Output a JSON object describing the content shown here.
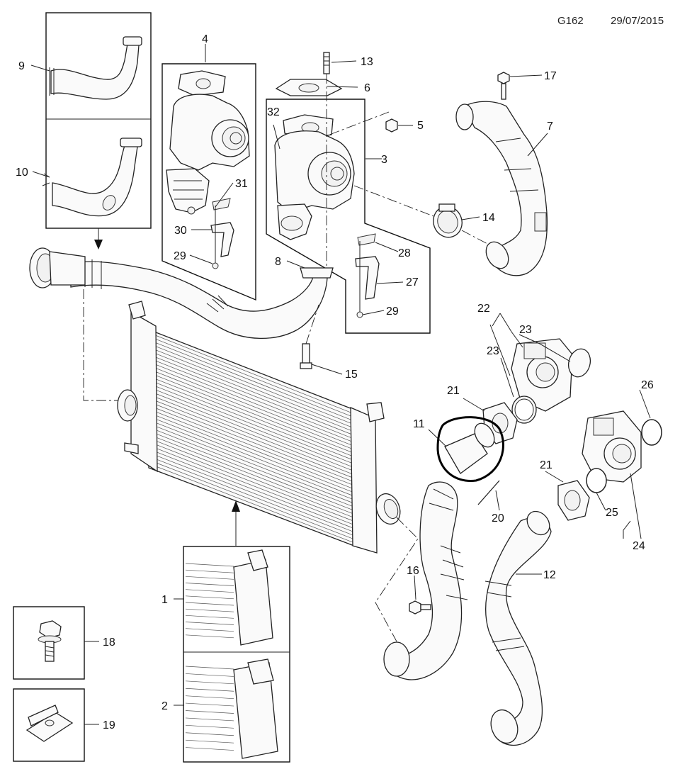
{
  "header": {
    "code": "G162",
    "date": "29/07/2015"
  },
  "callouts": [
    {
      "id": "c1",
      "label": "1"
    },
    {
      "id": "c2",
      "label": "2"
    },
    {
      "id": "c3",
      "label": "3"
    },
    {
      "id": "c4",
      "label": "4"
    },
    {
      "id": "c5",
      "label": "5"
    },
    {
      "id": "c6",
      "label": "6"
    },
    {
      "id": "c7",
      "label": "7"
    },
    {
      "id": "c8",
      "label": "8"
    },
    {
      "id": "c9",
      "label": "9"
    },
    {
      "id": "c10",
      "label": "10"
    },
    {
      "id": "c11",
      "label": "11"
    },
    {
      "id": "c12",
      "label": "12"
    },
    {
      "id": "c13",
      "label": "13"
    },
    {
      "id": "c14",
      "label": "14"
    },
    {
      "id": "c15",
      "label": "15"
    },
    {
      "id": "c16",
      "label": "16"
    },
    {
      "id": "c17",
      "label": "17"
    },
    {
      "id": "c18",
      "label": "18"
    },
    {
      "id": "c19",
      "label": "19"
    },
    {
      "id": "c20",
      "label": "20"
    },
    {
      "id": "c21a",
      "label": "21"
    },
    {
      "id": "c21b",
      "label": "21"
    },
    {
      "id": "c22",
      "label": "22"
    },
    {
      "id": "c23a",
      "label": "23"
    },
    {
      "id": "c23b",
      "label": "23"
    },
    {
      "id": "c24",
      "label": "24"
    },
    {
      "id": "c25",
      "label": "25"
    },
    {
      "id": "c26",
      "label": "26"
    },
    {
      "id": "c27",
      "label": "27"
    },
    {
      "id": "c28",
      "label": "28"
    },
    {
      "id": "c29a",
      "label": "29"
    },
    {
      "id": "c29b",
      "label": "29"
    },
    {
      "id": "c30",
      "label": "30"
    },
    {
      "id": "c31",
      "label": "31"
    },
    {
      "id": "c32",
      "label": "32"
    }
  ]
}
